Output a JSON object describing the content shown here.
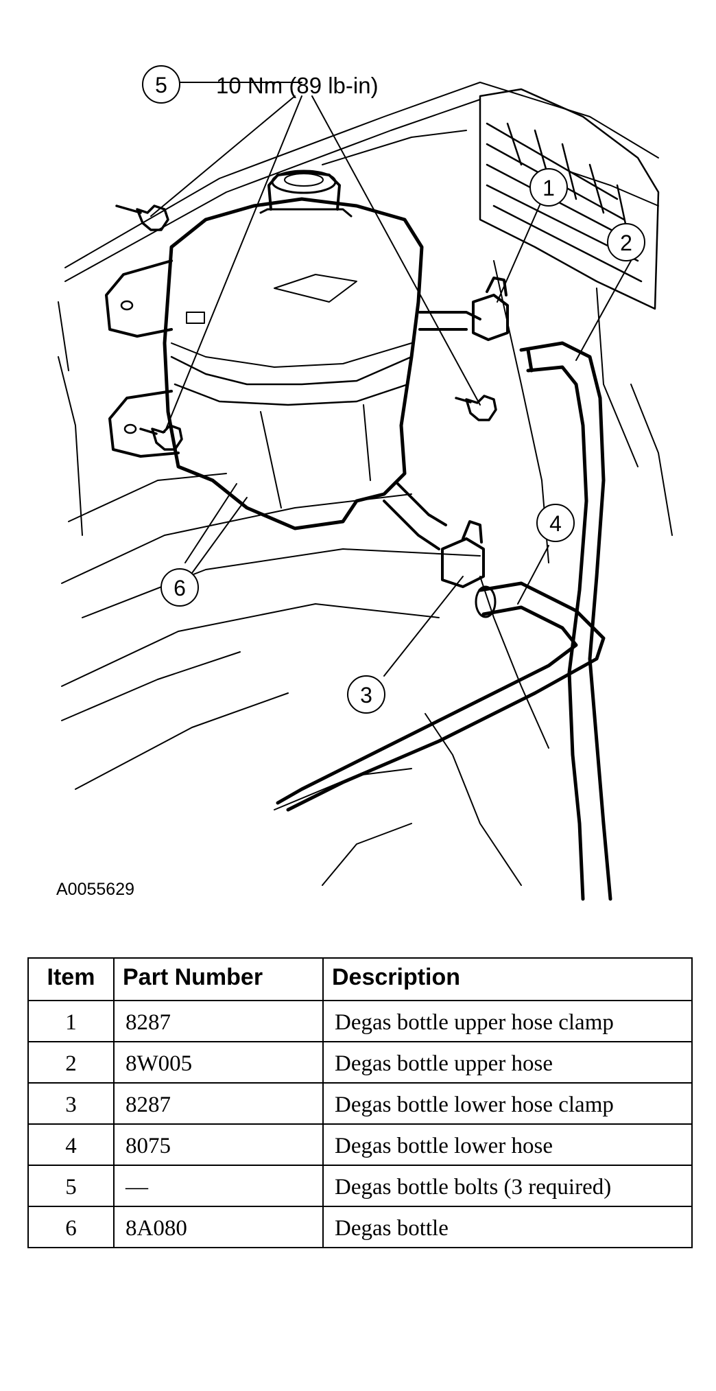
{
  "figure": {
    "id": "A0055629",
    "torque_spec": "10 Nm (89 lb-in)",
    "callouts": [
      "1",
      "2",
      "3",
      "4",
      "5",
      "6"
    ]
  },
  "table": {
    "headers": [
      "Item",
      "Part Number",
      "Description"
    ],
    "rows": [
      {
        "item": "1",
        "part": "8287",
        "desc": "Degas bottle upper hose clamp"
      },
      {
        "item": "2",
        "part": "8W005",
        "desc": "Degas bottle upper hose"
      },
      {
        "item": "3",
        "part": "8287",
        "desc": "Degas bottle lower hose clamp"
      },
      {
        "item": "4",
        "part": "8075",
        "desc": "Degas bottle lower hose"
      },
      {
        "item": "5",
        "part": "—",
        "desc": "Degas bottle bolts (3 required)"
      },
      {
        "item": "6",
        "part": "8A080",
        "desc": "Degas bottle"
      }
    ]
  }
}
